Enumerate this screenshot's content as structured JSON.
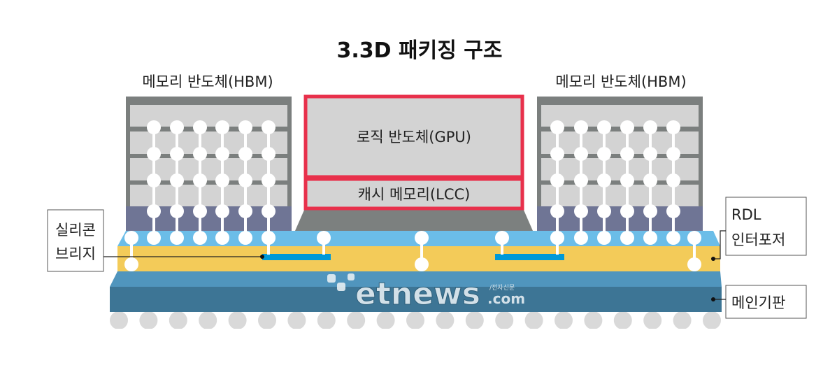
{
  "title": "3.3D 패키징 구조",
  "hbm_left_label": "메모리 반도체(HBM)",
  "hbm_right_label": "메모리 반도체(HBM)",
  "gpu_label": "로직 반도체(GPU)",
  "lcc_label": "캐시 메모리(LCC)",
  "callouts": {
    "bridge": [
      "실리콘",
      "브리지"
    ],
    "interposer": [
      "RDL",
      "인터포저"
    ],
    "substrate": [
      "메인기판"
    ]
  },
  "watermark": {
    "brand": "etnews",
    "suffix": ".com",
    "tagline": "/전자신문"
  },
  "colors": {
    "hbm_frame": "#7b7f7e",
    "hbm_die": "#d3d3d3",
    "hbm_base": "#6f7595",
    "interposer_top": "#6bbde8",
    "interposer": "#f3cb59",
    "bridge": "#0099d8",
    "gpu_border": "#e8304b",
    "substrate_top": "#5095bd",
    "substrate": "#3d7595",
    "solder_ball": "#d9d9d9"
  }
}
